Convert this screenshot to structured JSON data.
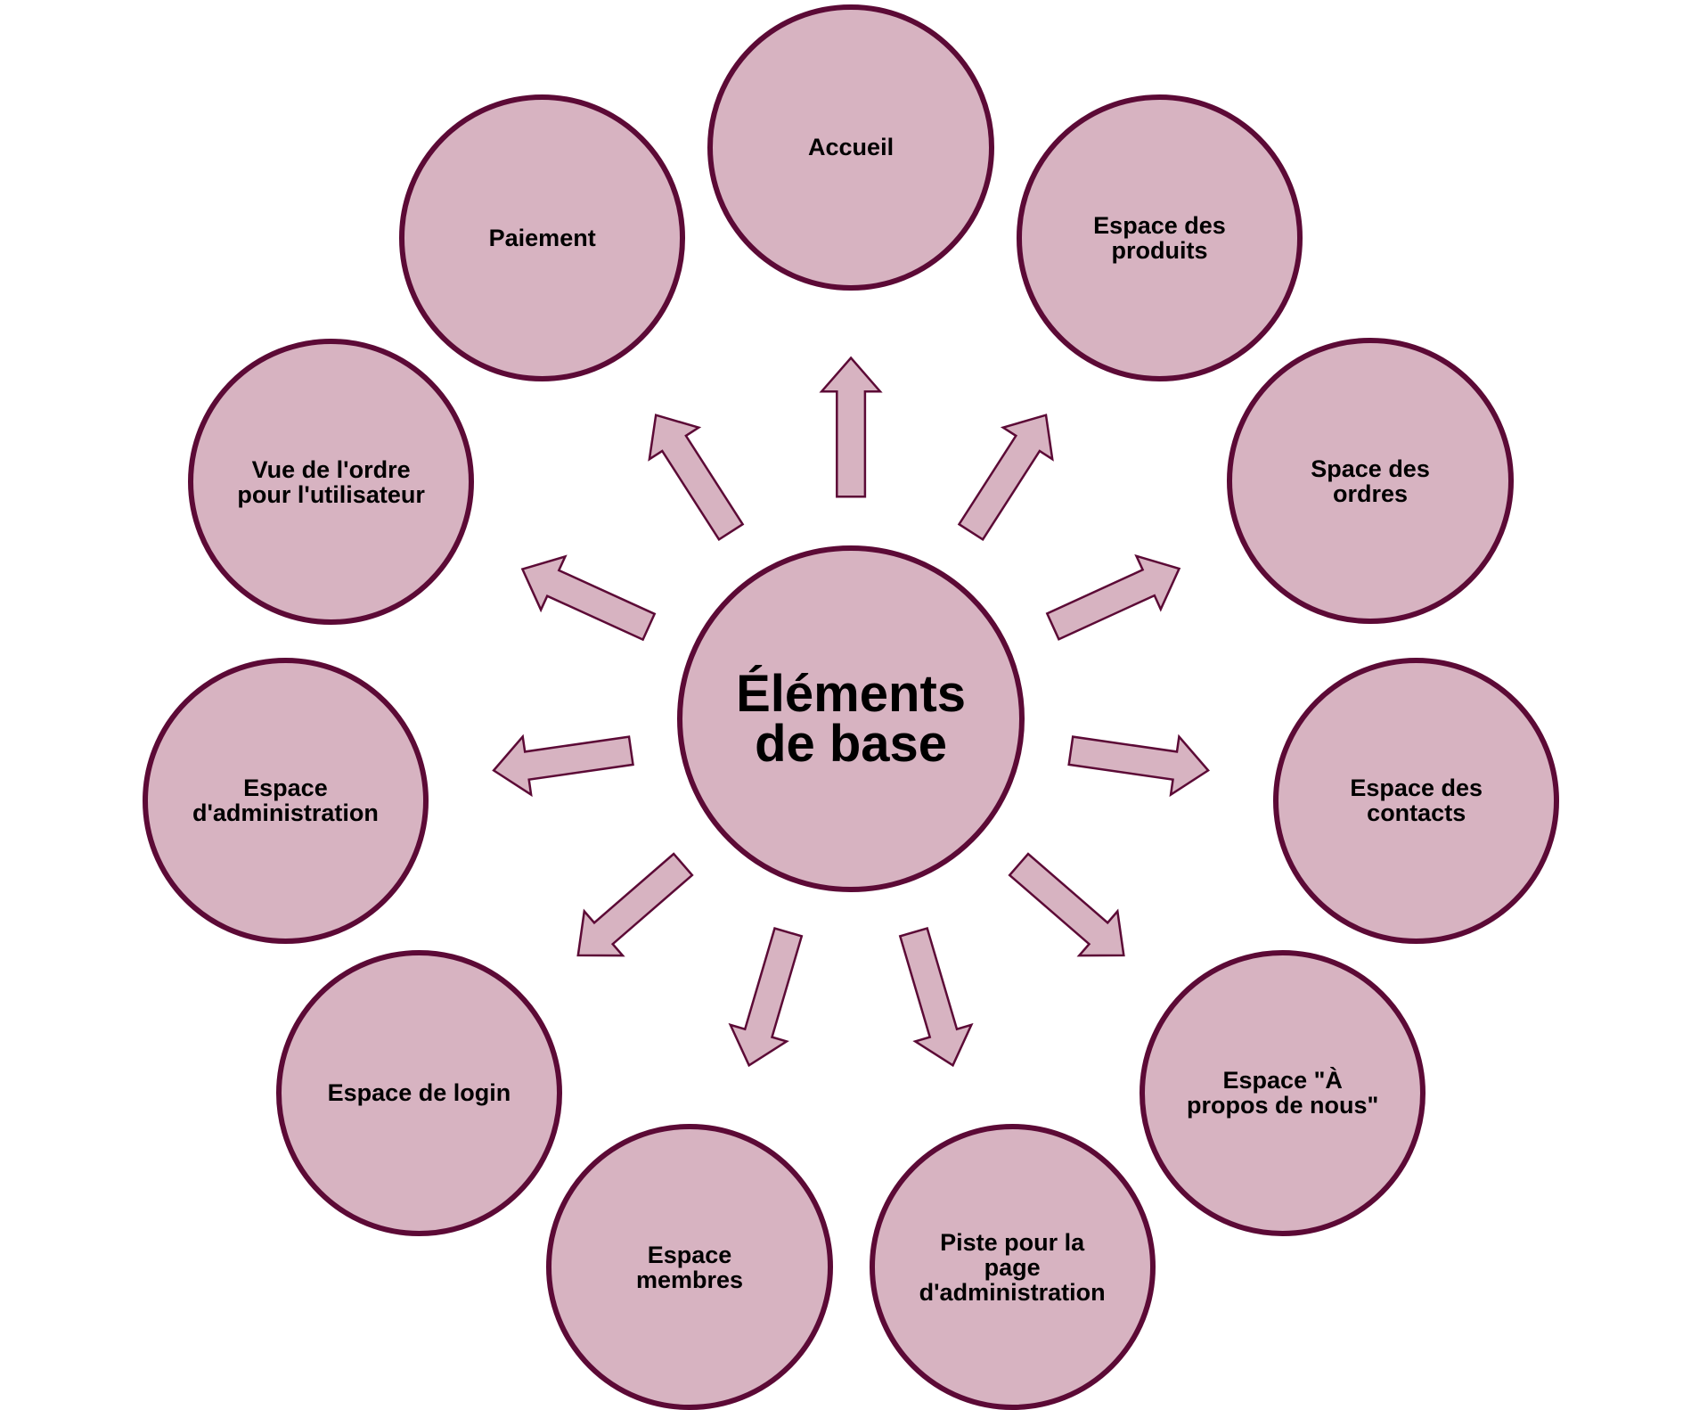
{
  "center": {
    "label": "Éléments\nde base"
  },
  "nodes": [
    {
      "label": "Accueil"
    },
    {
      "label": "Espace des\nproduits"
    },
    {
      "label": "Space des\nordres"
    },
    {
      "label": "Espace des\ncontacts"
    },
    {
      "label": "Espace  \"À\npropos de nous\""
    },
    {
      "label": "Piste pour la\npage\nd'administration"
    },
    {
      "label": "Espace\nmembres"
    },
    {
      "label": "Espace de login"
    },
    {
      "label": "Espace\nd'administration"
    },
    {
      "label": "Vue de l'ordre\npour l'utilisateur"
    },
    {
      "label": "Paiement"
    }
  ],
  "colors": {
    "node_fill": "#d7b3c1",
    "node_border": "#5c0a36",
    "arrow_fill": "#d7b3c1",
    "arrow_stroke": "#5c0a36"
  }
}
